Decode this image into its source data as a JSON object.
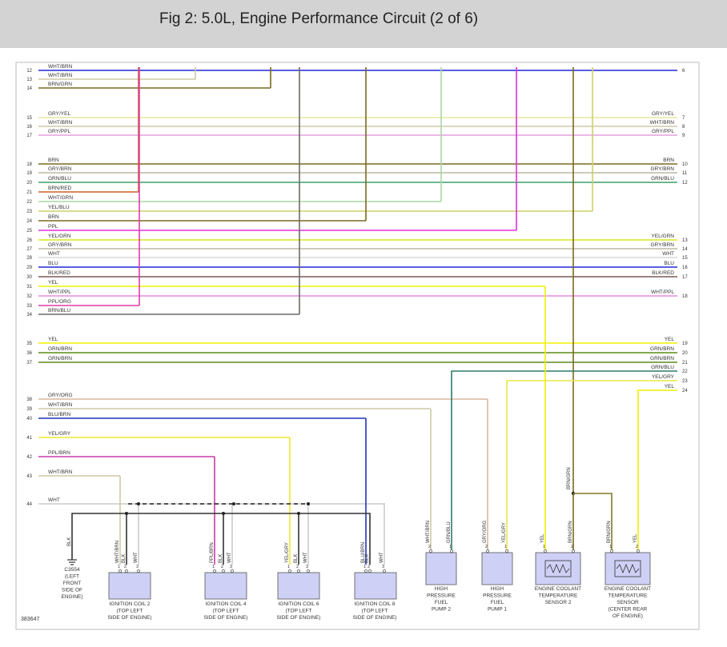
{
  "title": "Fig 2: 5.0L, Engine Performance Circuit (2 of 6)",
  "diagram_id": "383647",
  "colors": {
    "WHT": "#d9d9d9",
    "BRN": "#7a6a1e",
    "GRY/YEL": "#e8e6a0",
    "WHT/BRN": "#cfc9a6",
    "GRY/PPL": "#e79ee3",
    "GRY/BRN": "#bdb8a3",
    "GRN/BLU": "#3aa06a",
    "BRN/RED": "#c8642d",
    "WHT/GRN": "#a9d8a4",
    "YEL/BLU": "#c8c868",
    "PPL": "#e02ee0",
    "YEL/GRN": "#dde61f",
    "BLU": "#1f2ad8",
    "BLK/RED": "#7a5a58",
    "YEL": "#f0f000",
    "WHT/PPL": "#e58ae0",
    "PPL/ORG": "#e03aa8",
    "BRN/BLU": "#6e6a66",
    "GRN/BRN": "#5c8a18",
    "GRN/BLU_2": "#2f7a68",
    "YEL/GRY": "#e8e64a",
    "GRY/ORG": "#d6b89c",
    "BLU/BRN": "#2033c0",
    "YEL/GRY_2": "#f0e830",
    "PPL/BRN": "#c83aa8",
    "BLK": "#333333",
    "BRN/GRN": "#807a2a",
    "WHT_2": "#cccccc",
    "GRN/BRN_2": "#58781a",
    "YEL/BLU_2": "#cfcf66"
  },
  "left_wires": [
    {
      "pin": "12",
      "label": "WHT/BRN",
      "color": "#1f2ad8",
      "full": true
    },
    {
      "pin": "13",
      "label": "WHT/BRN",
      "color": "#cfc9a6"
    },
    {
      "pin": "14",
      "label": "BRN/GRN",
      "color": "#7a6a1e"
    },
    {
      "pin": "15",
      "label": "GRY/YEL",
      "color": "#e8e6a0",
      "right_label": "GRY/YEL",
      "right_pin": "7"
    },
    {
      "pin": "16",
      "label": "WHT/BRN",
      "color": "#cfc9a6",
      "right_label": "WHT/BRN",
      "right_pin": "8"
    },
    {
      "pin": "17",
      "label": "GRY/PPL",
      "color": "#e79ee3",
      "right_label": "GRY/PPL",
      "right_pin": "9"
    },
    {
      "pin": "18",
      "label": "BRN",
      "color": "#7a6a1e",
      "right_label": "BRN",
      "right_pin": "10"
    },
    {
      "pin": "19",
      "label": "GRY/BRN",
      "color": "#bdb8a3",
      "right_label": "GRY/BRN",
      "right_pin": "11"
    },
    {
      "pin": "20",
      "label": "GRN/BLU",
      "color": "#3aa06a",
      "right_label": "GRN/BLU",
      "right_pin": "12"
    },
    {
      "pin": "21",
      "label": "BRN/RED",
      "color": "#c8642d"
    },
    {
      "pin": "22",
      "label": "WHT/GRN",
      "color": "#a9d8a4"
    },
    {
      "pin": "23",
      "label": "YEL/BLU",
      "color": "#cfcf66"
    },
    {
      "pin": "24",
      "label": "BRN",
      "color": "#7a6a1e"
    },
    {
      "pin": "25",
      "label": "PPL",
      "color": "#e02ee0"
    },
    {
      "pin": "26",
      "label": "YEL/GRN",
      "color": "#dde61f",
      "right_label": "YEL/GRN",
      "right_pin": "13"
    },
    {
      "pin": "27",
      "label": "GRY/BRN",
      "color": "#bdb8a3",
      "right_label": "GRY/BRN",
      "right_pin": "14"
    },
    {
      "pin": "28",
      "label": "WHT",
      "color": "#d9d9d9",
      "right_label": "WHT",
      "right_pin": "15"
    },
    {
      "pin": "29",
      "label": "BLU",
      "color": "#1f2ad8",
      "right_label": "BLU",
      "right_pin": "16"
    },
    {
      "pin": "30",
      "label": "BLK/RED",
      "color": "#7a5a58",
      "right_label": "BLK/RED",
      "right_pin": "17"
    },
    {
      "pin": "31",
      "label": "YEL",
      "color": "#f0f000"
    },
    {
      "pin": "32",
      "label": "WHT/PPL",
      "color": "#e58ae0",
      "right_label": "WHT/PPL",
      "right_pin": "18"
    },
    {
      "pin": "33",
      "label": "PPL/ORG",
      "color": "#e03aa8"
    },
    {
      "pin": "34",
      "label": "BRN/BLU",
      "color": "#6e6a66"
    },
    {
      "pin": "35",
      "label": "YEL",
      "color": "#f0f000",
      "right_label": "YEL",
      "right_pin": "19"
    },
    {
      "pin": "36",
      "label": "GRN/BRN",
      "color": "#5c8a18",
      "right_label": "GRN/BRN",
      "right_pin": "20"
    },
    {
      "pin": "37",
      "label": "GRN/BRN",
      "color": "#5c8a18",
      "right_label": "GRN/BRN",
      "right_pin": "21"
    },
    {
      "pin": "38",
      "label": "GRY/ORG",
      "color": "#d6b89c"
    },
    {
      "pin": "39",
      "label": "WHT/BRN",
      "color": "#cfc9a6"
    },
    {
      "pin": "40",
      "label": "BLU/BRN",
      "color": "#2033c0"
    },
    {
      "pin": "41",
      "label": "YEL/GRY",
      "color": "#f0e830"
    },
    {
      "pin": "42",
      "label": "PPL/BRN",
      "color": "#c83aa8"
    },
    {
      "pin": "43",
      "label": "WHT/BRN",
      "color": "#cfc9a6"
    },
    {
      "pin": "44",
      "label": "WHT",
      "color": "#cccccc"
    }
  ],
  "right_only_wires": [
    {
      "pin": "6",
      "label": ""
    },
    {
      "pin": "22",
      "label": "GRN/BLU",
      "color": "#2f7a68"
    },
    {
      "pin": "23",
      "label": "YEL/GRY",
      "color": "#e8e64a"
    },
    {
      "pin": "24",
      "label": "YEL",
      "color": "#f0f000"
    }
  ],
  "components": [
    {
      "name": "C3554",
      "desc": [
        "C3554",
        "(LEFT",
        "FRONT",
        "SIDE OF",
        "ENGINE)"
      ],
      "wire": "BLK"
    },
    {
      "name": "IGNITION COIL 2",
      "desc": [
        "IGNITION COIL 2",
        "(TOP LEFT",
        "SIDE OF ENGINE)"
      ],
      "pins": [
        "1",
        "2",
        "3"
      ],
      "wires": [
        "WHT/BRN",
        "BLK",
        "WHT"
      ]
    },
    {
      "name": "IGNITION COIL 4",
      "desc": [
        "IGNITION COIL 4",
        "(TOP LEFT",
        "SIDE OF ENGINE)"
      ],
      "pins": [
        "1",
        "2",
        "3"
      ],
      "wires": [
        "PPL/BRN",
        "BLK",
        "WHT"
      ]
    },
    {
      "name": "IGNITION COIL 6",
      "desc": [
        "IGNITION COIL 6",
        "(TOP LEFT",
        "SIDE OF ENGINE)"
      ],
      "pins": [
        "1",
        "2",
        "3"
      ],
      "wires": [
        "YEL/GRY",
        "BLK",
        "WHT"
      ]
    },
    {
      "name": "IGNITION COIL 8",
      "desc": [
        "IGNITION COIL 8",
        "(TOP LEFT",
        "SIDE OF ENGINE)"
      ],
      "pins": [
        "1",
        "2",
        "3"
      ],
      "wires": [
        "BLU/BRN",
        "BLK",
        "WHT"
      ]
    },
    {
      "name": "HIGH PRESSURE FUEL PUMP 2",
      "desc": [
        "HIGH",
        "PRESSURE",
        "FUEL",
        "PUMP 2"
      ],
      "pins": [
        "2",
        "1"
      ],
      "wires": [
        "WHT/BRN",
        "GRN/BLU"
      ]
    },
    {
      "name": "HIGH PRESSURE FUEL PUMP 1",
      "desc": [
        "HIGH",
        "PRESSURE",
        "FUEL",
        "PUMP 1"
      ],
      "pins": [
        "2",
        "1"
      ],
      "wires": [
        "GRY/ORG",
        "YEL/GRY"
      ]
    },
    {
      "name": "ENGINE COOLANT TEMPERATURE SENSOR 2",
      "desc": [
        "ENGINE COOLANT",
        "TEMPERATURE",
        "SENSOR 2"
      ],
      "pins": [
        "1",
        "2"
      ],
      "wires": [
        "YEL",
        "BRN/GRN"
      ]
    },
    {
      "name": "ENGINE COOLANT TEMPERATURE SENSOR",
      "desc": [
        "ENGINE COOLANT",
        "TEMPERATURE",
        "SENSOR",
        "(CENTER REAR",
        "OF ENGINE)"
      ],
      "pins": [
        "1",
        "2"
      ],
      "wires": [
        "BRN/GRN",
        "YEL"
      ]
    }
  ],
  "splice_label": "BRN/GRN"
}
